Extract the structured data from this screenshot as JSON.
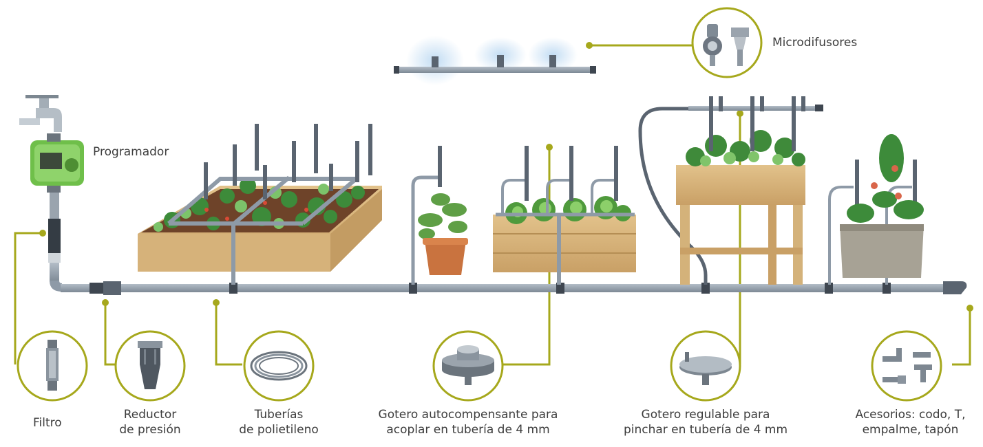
{
  "labels": {
    "programador": "Programador",
    "microdifusores": "Microdifusores",
    "filtro": "Filtro",
    "reductor": [
      "Reductor",
      "de presión"
    ],
    "tuberias": [
      "Tuberías",
      "de polietileno"
    ],
    "gotero_auto": [
      "Gotero autocompensante para",
      "acoplar en tubería de 4 mm"
    ],
    "gotero_reg": [
      "Gotero regulable para",
      "pinchar en tubería de 4 mm"
    ],
    "accesorios": [
      "Acesorios: codo, T,",
      "empalme, tapón"
    ]
  },
  "colors": {
    "pipe": "#8e9aa7",
    "pipe_dark": "#5a6470",
    "callout": "#a6a81c",
    "wood": "#d9b77c",
    "wood_dark": "#b58e54",
    "soil": "#7b4a2a",
    "leaf": "#3d8b3a",
    "leaf_light": "#7cc36a",
    "timer": "#6fbf4a"
  },
  "icons": [
    "tap-icon",
    "timer-icon",
    "filter-icon",
    "pressure-reducer-icon",
    "pipe-coil-icon",
    "compensating-dripper-icon",
    "adjustable-dripper-icon",
    "fittings-icon",
    "microsprinkler-icon"
  ]
}
